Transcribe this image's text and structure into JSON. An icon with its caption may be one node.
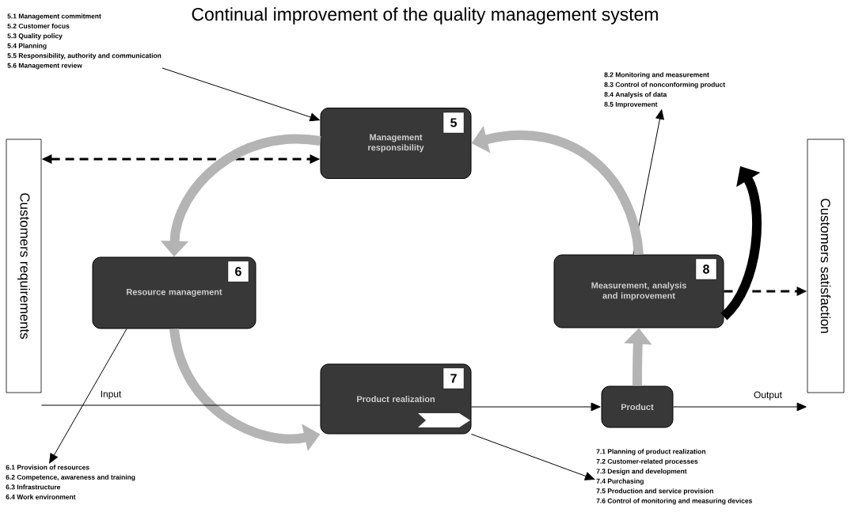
{
  "diagram": {
    "title": "Continual improvement of the quality management system",
    "nodes": [
      {
        "text": [
          "Customers requirements"
        ]
      },
      {
        "text": [
          "Management responsibility",
          "5"
        ]
      },
      {
        "text": [
          "Resource management",
          "6"
        ]
      },
      {
        "text": [
          "Measurement, analysis and improvement",
          "8"
        ]
      },
      {
        "text": [
          "Product realization",
          "7"
        ]
      },
      {
        "text": [
          "Product"
        ]
      },
      {
        "text": [
          "Customers satisfaction"
        ]
      },
      {
        "text": [
          "5.1 Management commitment",
          "5.2 Customer focus",
          "5.3 Quality policy",
          "5.4 Planning",
          "5.5 Responsibility, authority and communication",
          "5.6 Management review"
        ]
      },
      {
        "text": [
          "8.2 Monitoring and measurement",
          "8.3 Control of nonconforming product",
          "8.4 Analysis of data",
          "8.5 Improvement"
        ]
      },
      {
        "text": [
          "6.1 Provision of resources",
          "6.2 Competence, awareness and training",
          "6.3 Infrastructure",
          "6.4 Work environment"
        ]
      },
      {
        "text": [
          "7.1 Planning of product realization",
          "7.2 Customer-related processes",
          "7.3 Design and development",
          "7.4 Purchasing",
          "7.5 Production and service provision",
          "7.6 Control of monitoring and measuring devices"
        ]
      }
    ],
    "edges": [
      {
        "from": 0,
        "to": 1,
        "arrow": "both",
        "style": "dashed"
      },
      {
        "from": 7,
        "to": 1,
        "arrow": "to"
      },
      {
        "from": 1,
        "to": 2,
        "arrow": "to",
        "style": "thick",
        "color": "#b4b4b4"
      },
      {
        "from": 2,
        "to": 9,
        "arrow": "to"
      },
      {
        "from": 2,
        "to": 4,
        "arrow": "to",
        "style": "thick",
        "color": "#b4b4b4"
      },
      {
        "from": 0,
        "to": 4,
        "arrow": "none",
        "label": "Input"
      },
      {
        "from": 4,
        "to": 5,
        "arrow": "to"
      },
      {
        "from": 5,
        "to": 6,
        "arrow": "to",
        "label": "Output"
      },
      {
        "from": 4,
        "to": 10,
        "arrow": "to"
      },
      {
        "from": 5,
        "to": 3,
        "arrow": "to",
        "style": "thick",
        "color": "#b4b4b4"
      },
      {
        "from": 3,
        "to": 8,
        "arrow": "to"
      },
      {
        "from": 3,
        "to": 1,
        "arrow": "to",
        "style": "thick",
        "color": "#b4b4b4"
      },
      {
        "from": 3,
        "to": 6,
        "arrow": "to",
        "style": "dashed"
      },
      {
        "from": 3,
        "to": null,
        "arrow": "to",
        "style": "thick"
      }
    ]
  }
}
